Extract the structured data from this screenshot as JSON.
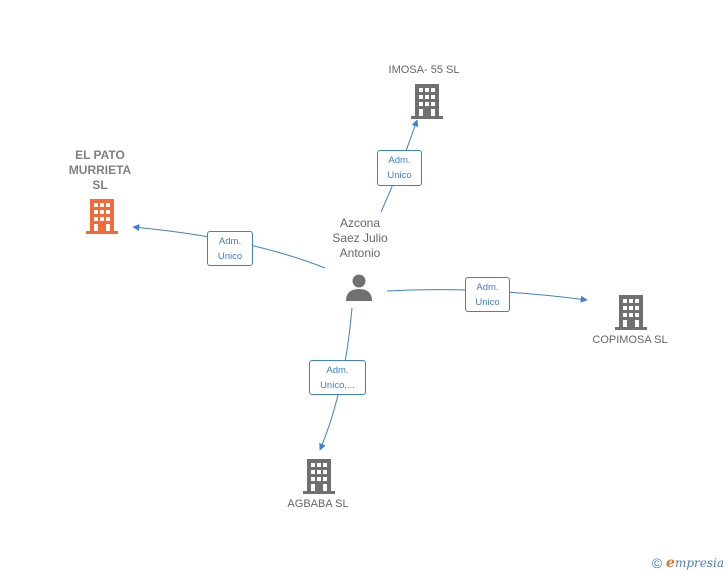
{
  "center_person": {
    "name": "Azcona\nSaez Julio\nAntonio"
  },
  "companies": {
    "el_pato": {
      "name": "EL PATO\nMURRIETA\nSL"
    },
    "imosa": {
      "name": "IMOSA- 55  SL"
    },
    "copimosa": {
      "name": "COPIMOSA  SL"
    },
    "agbaba": {
      "name": "AGBABA SL"
    }
  },
  "relations": {
    "el_pato": "Adm.\nUnico",
    "imosa": "Adm.\nUnico",
    "copimosa": "Adm.\nUnico",
    "agbaba": "Adm.\nUnico,..."
  },
  "colors": {
    "edge": "#3d7fd1",
    "building_default": "#707070",
    "building_highlight": "#f26a3a",
    "person": "#707070"
  },
  "footer": {
    "copyright_symbol": "©",
    "brand_initial": "e",
    "brand_rest": "mpresia"
  }
}
